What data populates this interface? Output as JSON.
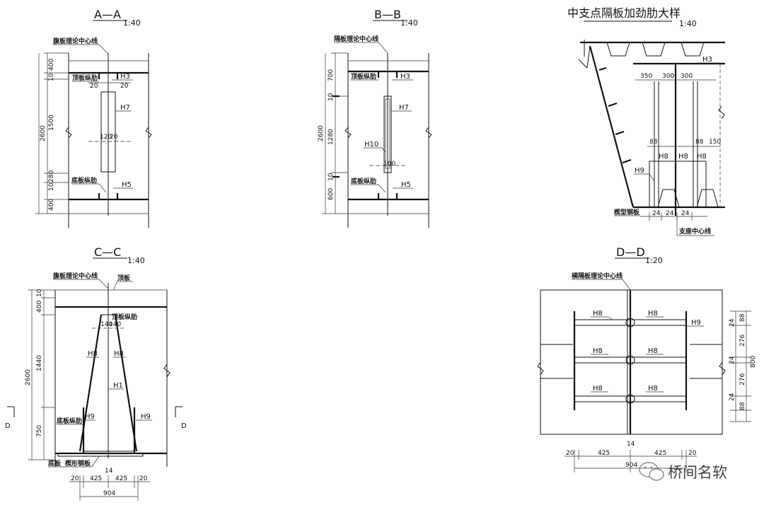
{
  "views": {
    "aa": {
      "title": "A—A",
      "scale": "1:40",
      "labels": {
        "centerline": "腹板理论中心线",
        "top_rib": "顶板纵肋",
        "bottom_rib": "底板纵肋"
      },
      "marks": [
        "H3",
        "H7",
        "H5"
      ],
      "dims": {
        "total": "2600",
        "d400_top": "400",
        "d10_top": "10",
        "d1500": "1500",
        "d10_bot": "10",
        "d280": "280",
        "d400_bot": "400",
        "w20a": "20",
        "w20b": "20",
        "w120": "120",
        "w20c": "20"
      }
    },
    "bb": {
      "title": "B—B",
      "scale": "1:40",
      "labels": {
        "centerline": "隔板理论中心线",
        "top_rib": "顶板纵肋",
        "bottom_rib": "底板纵肋"
      },
      "marks": [
        "H3",
        "H7",
        "H10",
        "H5"
      ],
      "dims": {
        "total": "2600",
        "d700": "700",
        "d10_top": "10",
        "d1280": "1280",
        "d10_bot": "10",
        "d600": "600",
        "w100": "100"
      }
    },
    "mid": {
      "title": "中支点隔板加劲肋大样",
      "scale": "1:40",
      "labels": {
        "wedge_plate": "楔型钢板",
        "support_line": "支座中心线"
      },
      "marks": [
        "H3",
        "H8",
        "H8",
        "H8",
        "H9"
      ],
      "dims": {
        "d350": "350",
        "d300a": "300",
        "d300b": "300",
        "d88a": "88",
        "d88b": "88",
        "d150": "150",
        "d24a": "24",
        "d24b": "24",
        "d24c": "24"
      }
    },
    "cc": {
      "title": "C—C",
      "scale": "1:40",
      "labels": {
        "centerline": "腹板理论中心线",
        "top_plate": "顶板",
        "top_rib": "顶板纵肋",
        "bottom_rib": "底板纵肋",
        "bottom_plate": "底板",
        "wedge_plate": "楔形钢板",
        "section_left": "D",
        "section_right": "D"
      },
      "marks": [
        "H8",
        "H8",
        "H1",
        "H9",
        "H9"
      ],
      "dims": {
        "total": "2600",
        "d10": "10",
        "d400": "400",
        "d1440": "1440",
        "d750": "750",
        "w140a": "140",
        "w140b": "140",
        "w14": "14",
        "b20a": "20",
        "b425a": "425",
        "b425b": "425",
        "b20b": "20",
        "b904": "904"
      }
    },
    "dd": {
      "title": "D—D",
      "scale": "1:20",
      "labels": {
        "centerline": "横隔板理论中心线"
      },
      "marks": [
        "H8",
        "H8",
        "H8",
        "H8",
        "H8",
        "H8",
        "H9"
      ],
      "dims": {
        "d24a": "24",
        "d88a": "88",
        "d276a": "276",
        "d24b": "24",
        "d800": "800",
        "d276b": "276",
        "d24c": "24",
        "d88b": "88",
        "w14": "14",
        "b20a": "20",
        "b425a": "425",
        "b425b": "425",
        "b20b": "20",
        "b904": "904"
      }
    }
  },
  "watermark": {
    "text": "桥间名软"
  }
}
